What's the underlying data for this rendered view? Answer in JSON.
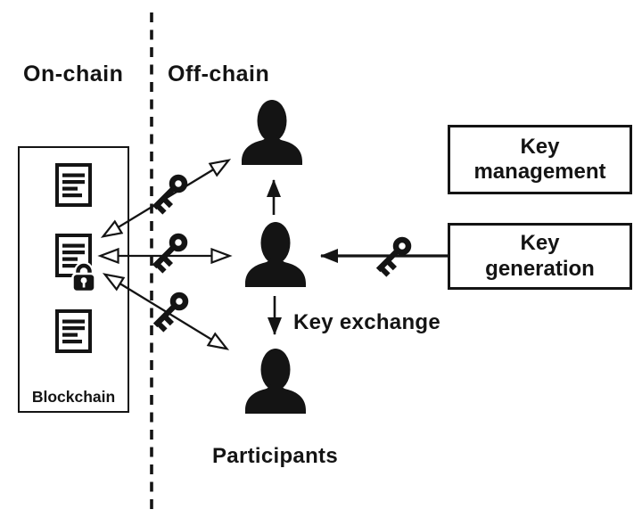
{
  "regions": {
    "on_chain_label": "On-chain",
    "off_chain_label": "Off-chain"
  },
  "blockchain": {
    "label": "Blockchain",
    "documents_count": 3,
    "locked_document_index": 2
  },
  "nodes": {
    "key_management": "Key\nmanagement",
    "key_generation": "Key\ngeneration"
  },
  "annotations": {
    "key_exchange": "Key exchange",
    "participants": "Participants"
  },
  "icons": {
    "document": "document-icon",
    "lock": "lock-icon",
    "key": "key-icon",
    "person": "person-icon"
  },
  "colors": {
    "ink": "#141414",
    "background": "#ffffff"
  }
}
